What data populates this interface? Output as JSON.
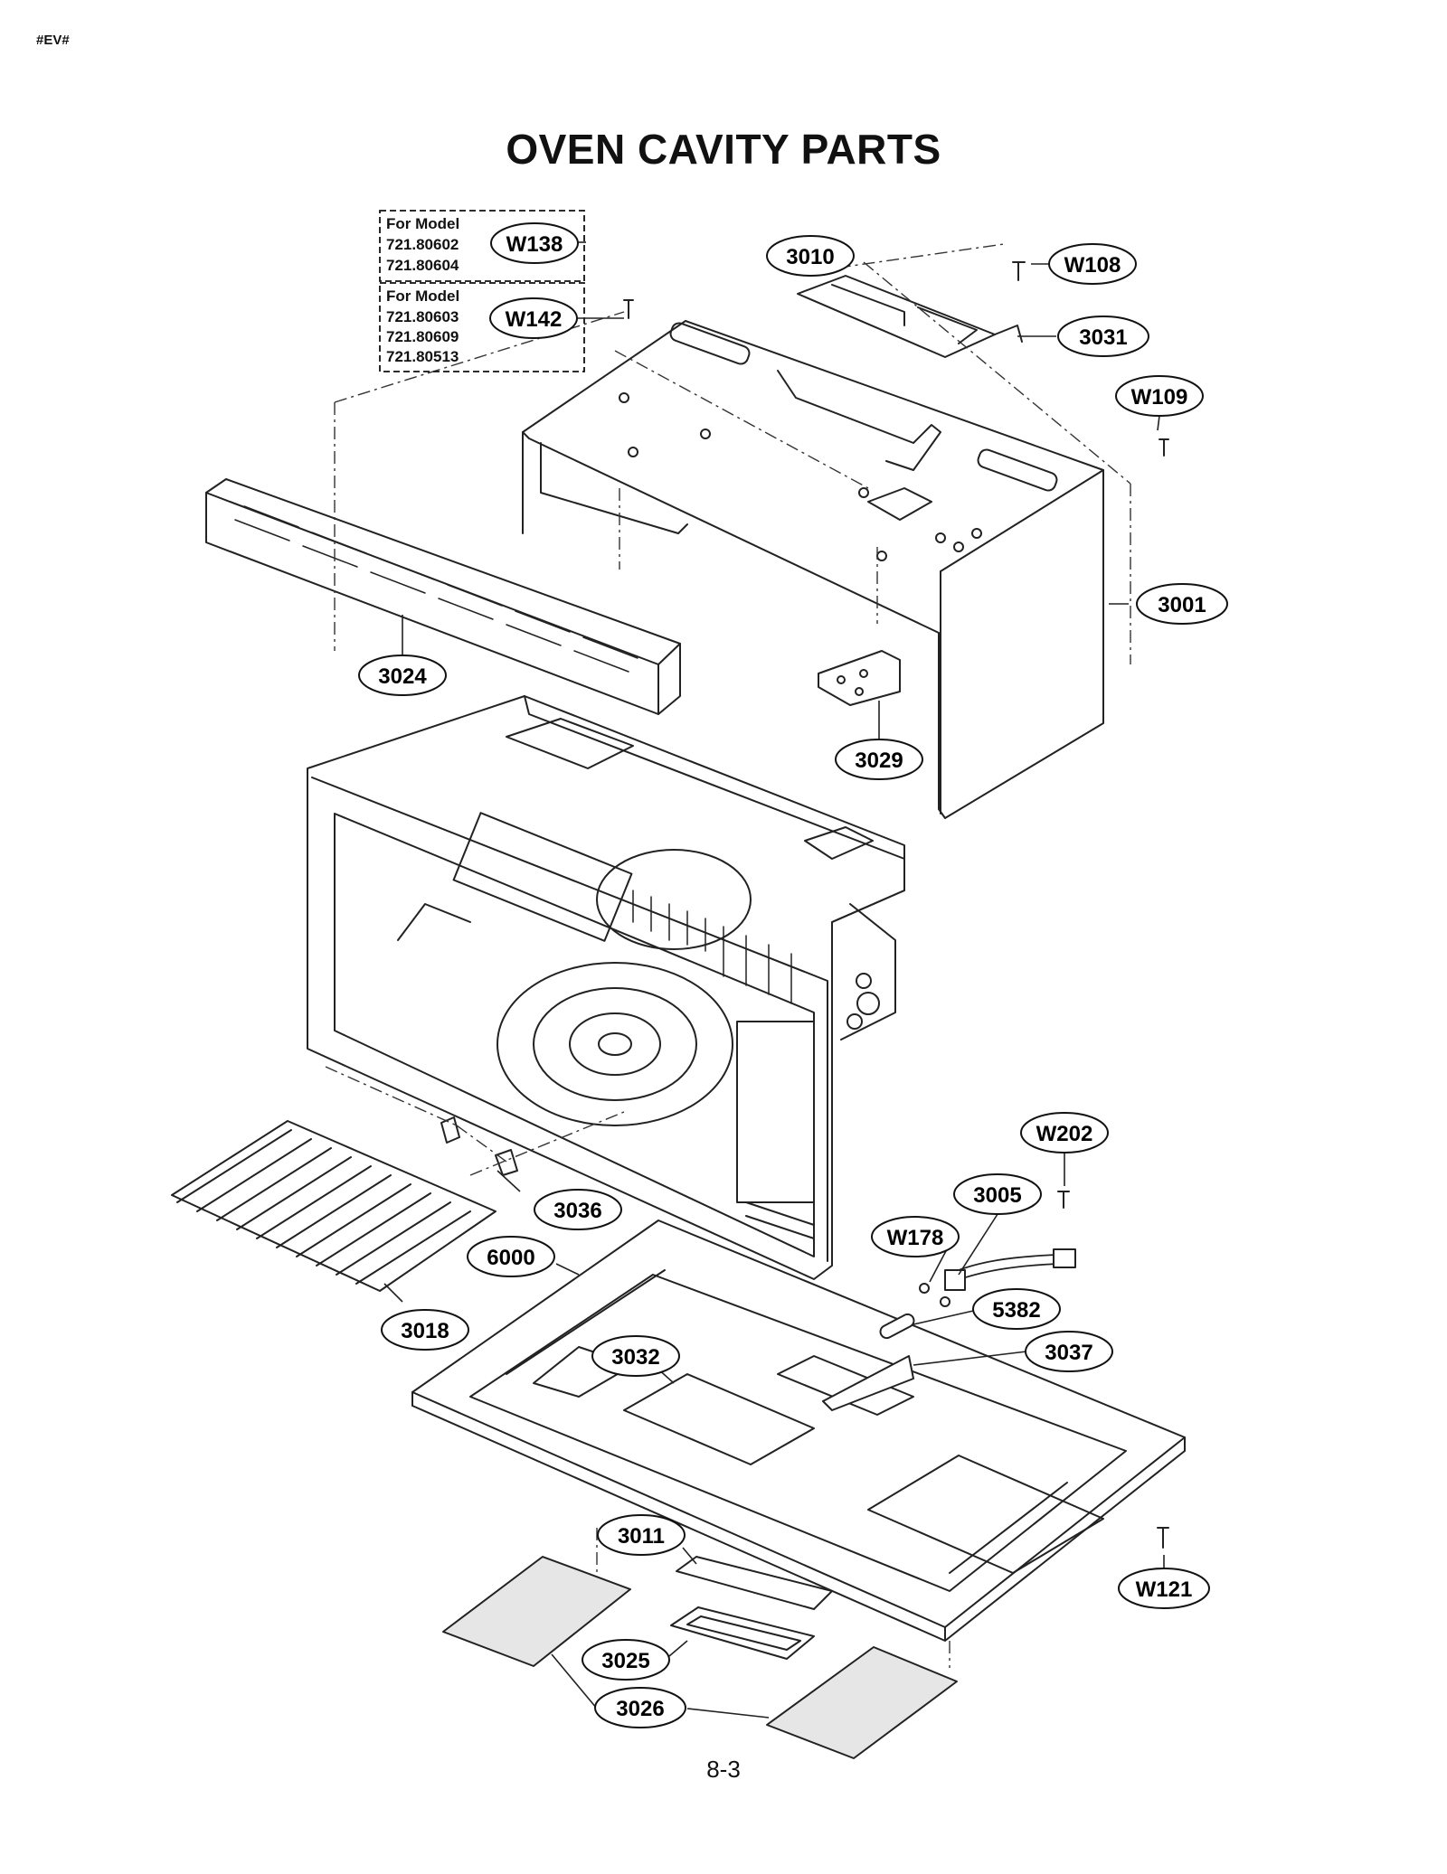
{
  "corner_tag": "#EV#",
  "title": "OVEN CAVITY PARTS",
  "page_number": "8-3",
  "model_notes": [
    {
      "heading": "For Model",
      "models": [
        "721.80602",
        "721.80604"
      ],
      "part": "W138"
    },
    {
      "heading": "For Model",
      "models": [
        "721.80603",
        "721.80609",
        "721.80513"
      ],
      "part": "W142"
    }
  ],
  "callouts": [
    "3010",
    "W108",
    "3031",
    "W109",
    "3001",
    "3024",
    "3029",
    "3036",
    "3018",
    "6000",
    "W202",
    "3005",
    "W178",
    "5382",
    "3037",
    "3032",
    "3011",
    "W121",
    "3025",
    "3026"
  ]
}
